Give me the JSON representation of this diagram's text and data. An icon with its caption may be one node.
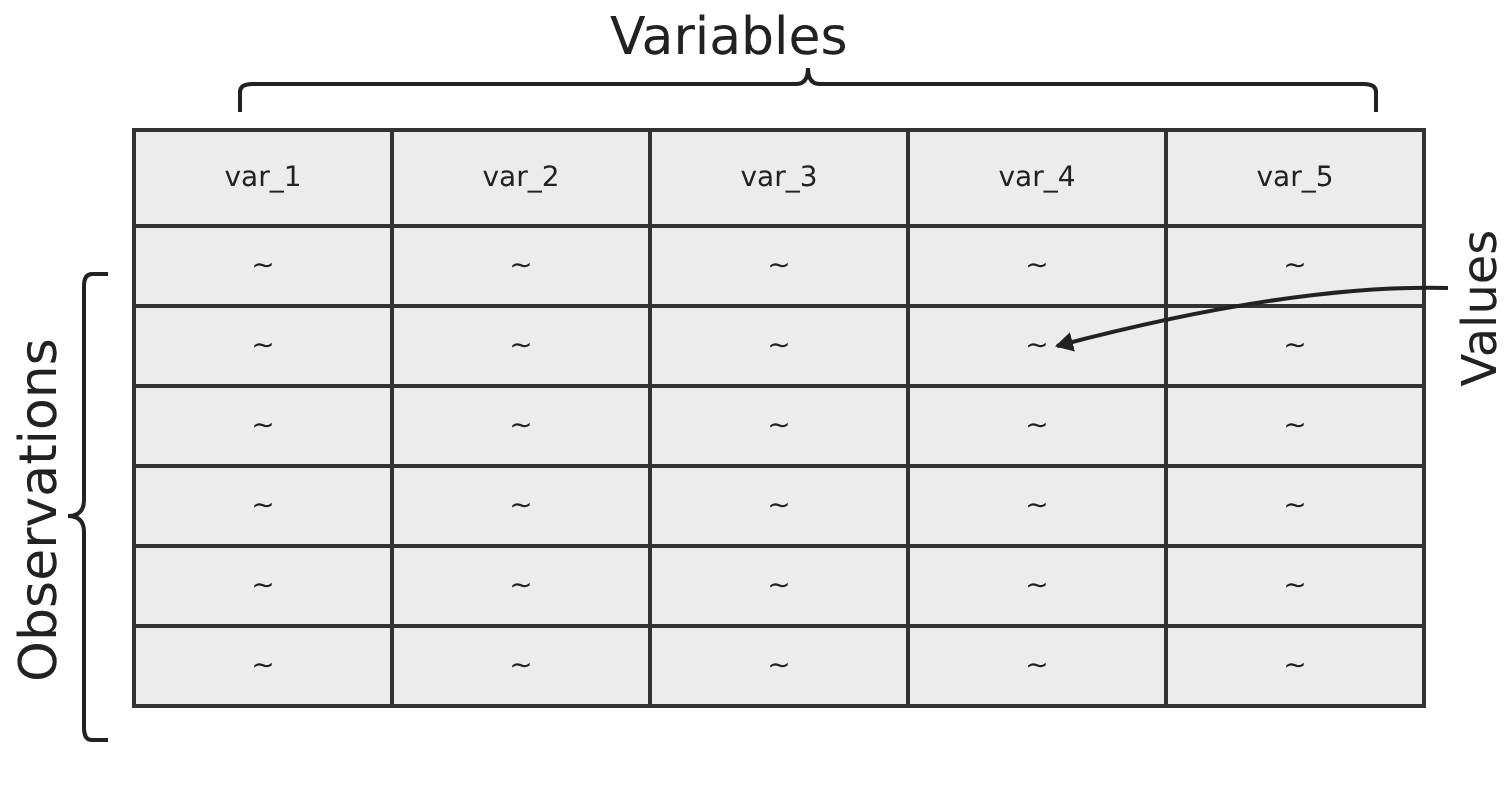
{
  "diagram": {
    "nodes": [
      {
        "text": [
          "Values"
        ]
      },
      {
        "text": [
          "~"
        ]
      }
    ],
    "edges": [
      {
        "from": 0,
        "to": 1,
        "arrow": "to"
      }
    ],
    "labels": [
      "Variables",
      "Observations",
      "var_1",
      "var_2",
      "var_3",
      "var_4",
      "var_5",
      "~",
      "~",
      "~",
      "~",
      "~",
      "~",
      "~",
      "~",
      "~",
      "~",
      "~",
      "~",
      "~",
      "~",
      "~",
      "~",
      "~",
      "~",
      "~",
      "~",
      "~",
      "~",
      "~",
      "~",
      "~",
      "~",
      "~",
      "~",
      "~"
    ]
  }
}
